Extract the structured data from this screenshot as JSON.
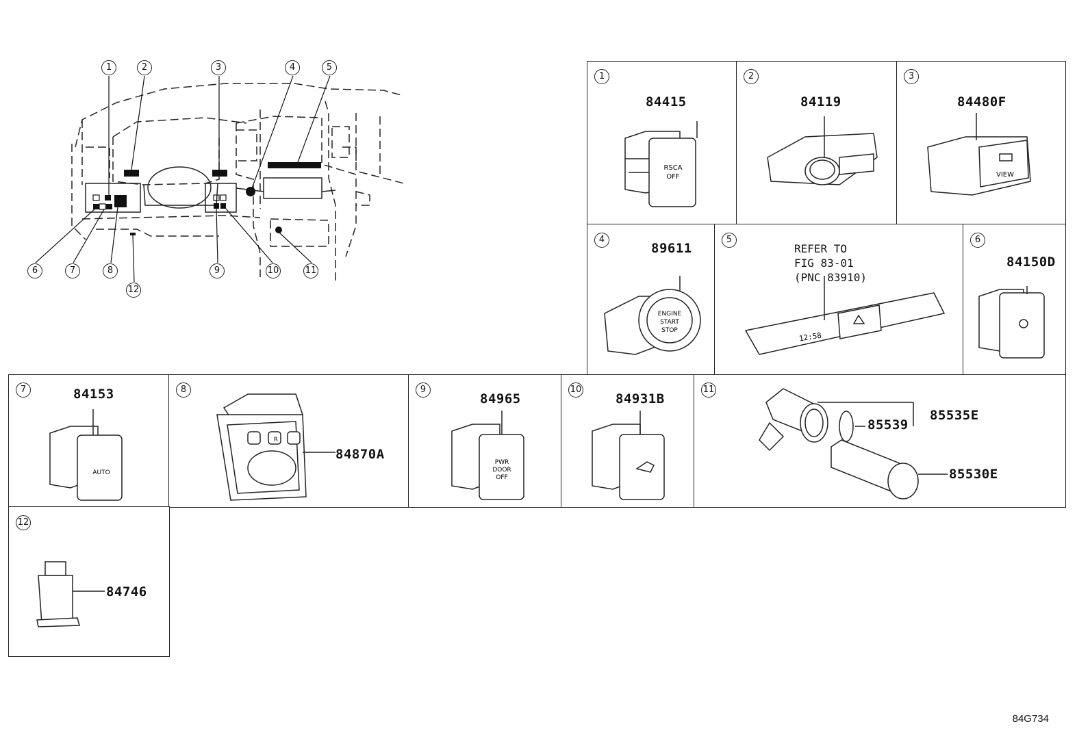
{
  "overview": {
    "callouts": [
      "1",
      "2",
      "3",
      "4",
      "5",
      "6",
      "7",
      "8",
      "9",
      "10",
      "11",
      "12"
    ]
  },
  "panels": [
    {
      "num": "1",
      "part": "84415",
      "switch_text": "RSCA\nOFF"
    },
    {
      "num": "2",
      "part": "84119"
    },
    {
      "num": "3",
      "part": "84480F",
      "switch_text": "VIEW"
    },
    {
      "num": "4",
      "part": "89611",
      "switch_text": "ENGINE\nSTART\nSTOP"
    },
    {
      "num": "5",
      "note": "REFER TO\nFIG 83-01\n(PNC 83910)",
      "display_text": "12:58"
    },
    {
      "num": "6",
      "part": "84150D"
    },
    {
      "num": "7",
      "part": "84153",
      "switch_text": "AUTO"
    },
    {
      "num": "8",
      "part": "84870A",
      "switch_text": "R"
    },
    {
      "num": "9",
      "part": "84965",
      "switch_text": "PWR\nDOOR\nOFF"
    },
    {
      "num": "10",
      "part": "84931B"
    },
    {
      "num": "11",
      "parts": [
        "85535E",
        "85539",
        "85530E"
      ]
    },
    {
      "num": "12",
      "part": "84746"
    }
  ],
  "figure_code": "84G734"
}
